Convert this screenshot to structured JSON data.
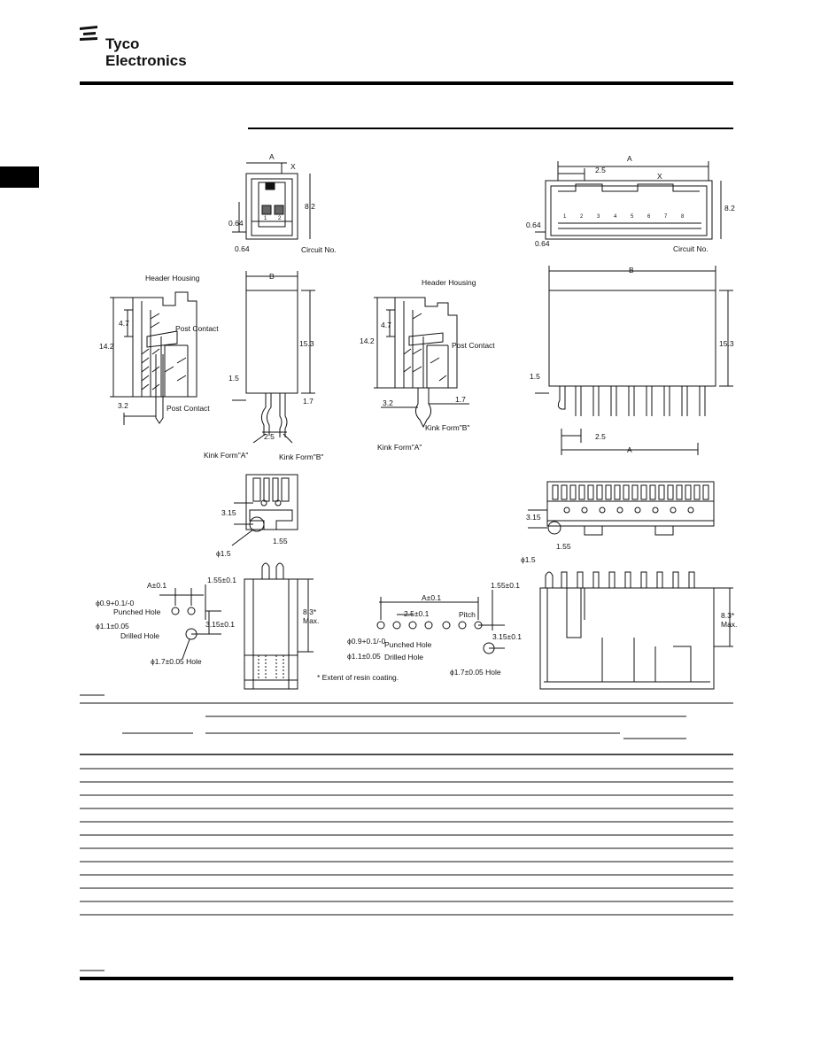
{
  "brand": {
    "line1": "Tyco",
    "line2": "Electronics"
  },
  "drawings": {
    "top_left": {
      "dim_a": "A",
      "dim_x": "X",
      "dim_82": "8.2",
      "dim_064a": "0.64",
      "dim_064b": "0.64",
      "circuit_no": "Circuit No.",
      "pin_1": "1",
      "pin_2": "2"
    },
    "top_right": {
      "dim_a": "A",
      "dim_25": "2.5",
      "dim_x": "X",
      "dim_82": "8.2",
      "dim_064a": "0.64",
      "dim_064b": "0.64",
      "circuit_no": "Circuit No.",
      "pins": [
        "1",
        "2",
        "3",
        "4",
        "5",
        "6",
        "7",
        "8"
      ]
    },
    "side_left": {
      "header_housing": "Header Housing",
      "post_contact_top": "Post Contact",
      "post_contact_bottom": "Post Contact",
      "dim_47": "4.7",
      "dim_142": "14.2",
      "dim_32": "3.2"
    },
    "front_left": {
      "dim_b": "B",
      "dim_153": "15.3",
      "dim_15": "1.5",
      "dim_17": "1.7",
      "dim_25": "2.5",
      "kink_a": "Kink Form\"A\"",
      "kink_b": "Kink Form\"B\""
    },
    "side_right": {
      "header_housing": "Header Housing",
      "post_contact": "Post Contact",
      "dim_47": "4.7",
      "dim_142": "14.2",
      "dim_32": "3.2",
      "dim_17": "1.7",
      "kink_b": "Kink Form\"B\"",
      "kink_a": "Kink Form\"A\""
    },
    "front_right": {
      "dim_b": "B",
      "dim_153": "15.3",
      "dim_15": "1.5",
      "dim_25": "2.5",
      "dim_a": "A"
    },
    "bottom_left": {
      "dim_315": "3.15",
      "dim_155": "1.55",
      "dim_phi15": "ϕ1.5"
    },
    "bottom_right": {
      "dim_315": "3.15",
      "dim_155": "1.55",
      "dim_phi15": "ϕ1.5"
    },
    "pcb_left": {
      "dim_a": "A±0.1",
      "dim_155": "1.55±0.1",
      "punched_dia": "ϕ0.9+0.1/-0",
      "punched_hole": "Punched Hole",
      "drilled_dia": "ϕ1.1±0.05",
      "drilled_hole": "Drilled Hole",
      "dim_315": "3.15±0.1",
      "hole_17": "ϕ1.7±0.05 Hole"
    },
    "coat_left": {
      "dim_83": "8.3*",
      "max": "Max."
    },
    "pcb_right": {
      "dim_a": "A±0.1",
      "dim_155": "1.55±0.1",
      "dim_25": "2.5±0.1",
      "pitch": "Pitch",
      "punched_dia": "ϕ0.9+0.1/-0",
      "punched_hole": "Punched Hole",
      "drilled_dia": "ϕ1.1±0.05",
      "drilled_hole": "Drilled Hole",
      "dim_315": "3.15±0.1",
      "hole_17": "ϕ1.7±0.05 Hole"
    },
    "coat_right": {
      "dim_83": "8.3*",
      "max": "Max."
    },
    "note": "* Extent of resin coating."
  }
}
